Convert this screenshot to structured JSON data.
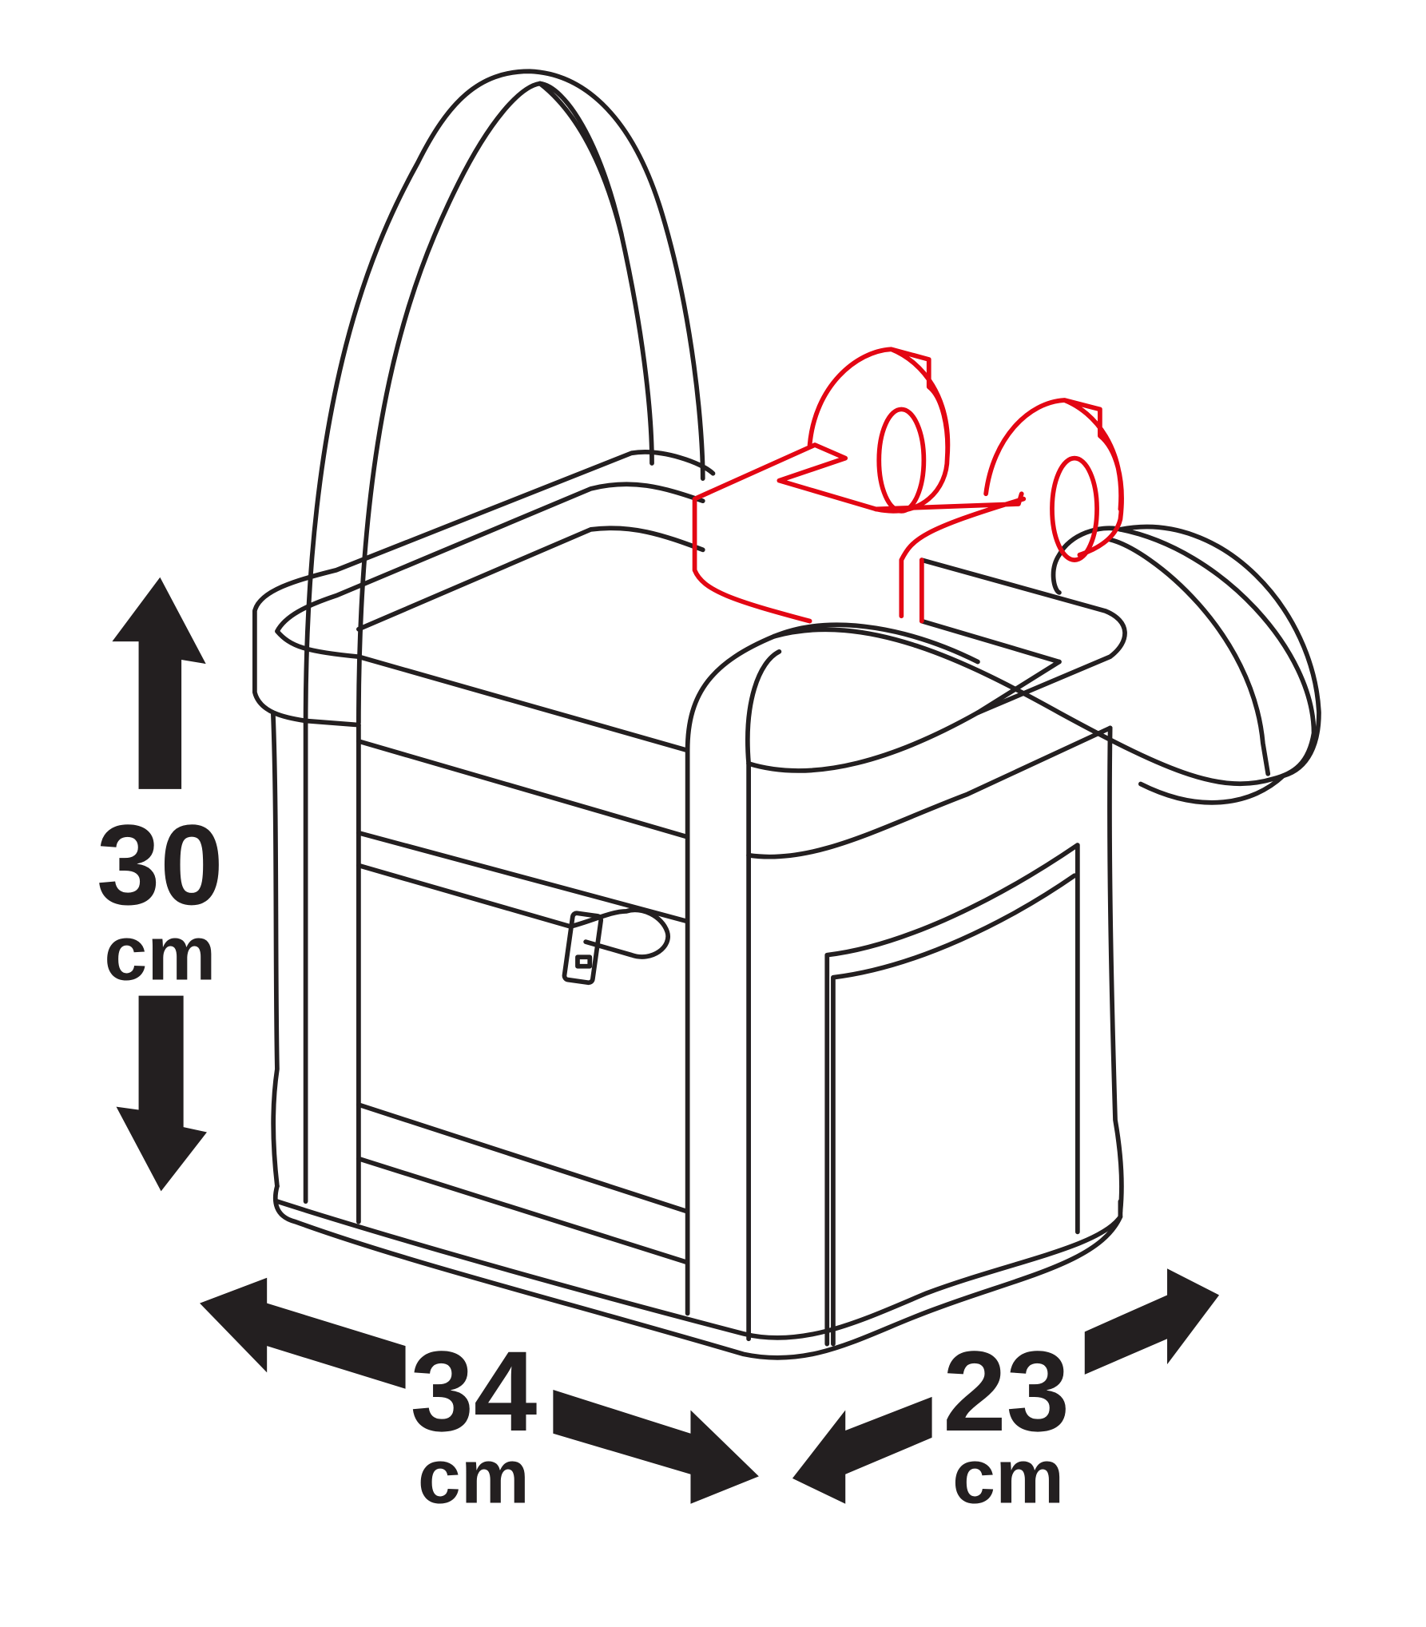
{
  "dimensions": {
    "height": {
      "value": "30",
      "unit": "cm"
    },
    "width": {
      "value": "34",
      "unit": "cm"
    },
    "depth": {
      "value": "23",
      "unit": "cm"
    }
  },
  "colors": {
    "outline": "#231f20",
    "mount": "#e30613"
  }
}
